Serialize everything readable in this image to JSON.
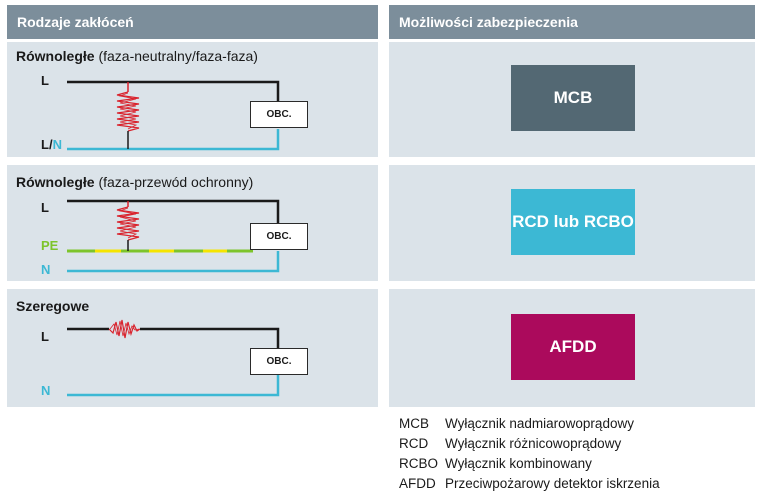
{
  "left_header": "Rodzaje zakłóceń",
  "right_header": "Możliwości zabezpieczenia",
  "panels": [
    {
      "title_bold": "Równoległe",
      "title_rest": " (faza-neutralny/faza-faza)",
      "wire_top": "L",
      "wire_bottom_1": "L/",
      "wire_bottom_2": "N",
      "load": "OBC."
    },
    {
      "title_bold": "Równoległe",
      "title_rest": " (faza-przewód ochronny)",
      "wire_top": "L",
      "wire_pe": "PE",
      "wire_bottom": "N",
      "load": "OBC."
    },
    {
      "title_bold": "Szeregowe",
      "title_rest": "",
      "wire_top": "L",
      "wire_bottom": "N",
      "load": "OBC."
    }
  ],
  "protections": [
    {
      "label": "MCB",
      "color": "#536873"
    },
    {
      "label": "RCD lub RCBO",
      "color": "#3cb8d4"
    },
    {
      "label": "AFDD",
      "color": "#ab0a5c"
    }
  ],
  "legend": [
    {
      "abbr": "MCB",
      "text": "Wyłącznik nadmiarowoprądowy"
    },
    {
      "abbr": "RCD",
      "text": "Wyłącznik różnicowoprądowy"
    },
    {
      "abbr": "RCBO",
      "text": "Wyłącznik kombinowany"
    },
    {
      "abbr": "AFDD",
      "text": "Przeciwpożarowy detektor iskrzenia"
    }
  ],
  "colors": {
    "header_bg": "#7c8e9b",
    "panel_bg": "#dbe3e9",
    "wire_phase": "#1a1a1a",
    "wire_neutral": "#3cb8d4",
    "wire_pe_green": "#7dc42b",
    "wire_pe_yellow": "#f5e400",
    "fault": "#d9232d"
  }
}
